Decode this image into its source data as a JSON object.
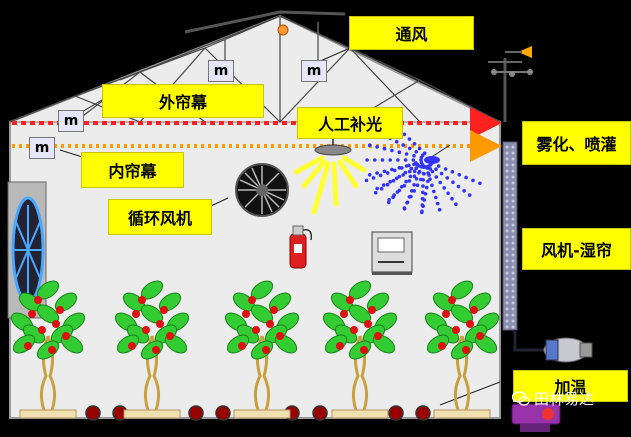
{
  "labels": {
    "ventilation": "通风",
    "outer_curtain": "外帘幕",
    "inner_curtain": "内帘幕",
    "grow_light": "人工补光",
    "circulation_fan": "循环风机",
    "mist_irrigation": "雾化、喷灌",
    "fan_wet_curtain": "风机-湿帘",
    "heating": "加温"
  },
  "motor_symbol": "m",
  "watermark": "田林易达",
  "colors": {
    "label_bg": "#ffff00",
    "background": "#000000",
    "greenhouse_fill": "#ececec",
    "outer_curtain_line": "#ff2020",
    "inner_curtain_line": "#ff9900",
    "mist": "#3333ff",
    "light_beam": "#ffff33",
    "leaf": "#33cc33",
    "tomato": "#dd1111"
  },
  "icons": [
    "fan-icon",
    "circulation-fan-icon",
    "lamp-icon",
    "fire-extinguisher-icon",
    "control-box-icon",
    "weather-vane-icon",
    "pump-icon",
    "heater-icon",
    "wechat-icon"
  ]
}
